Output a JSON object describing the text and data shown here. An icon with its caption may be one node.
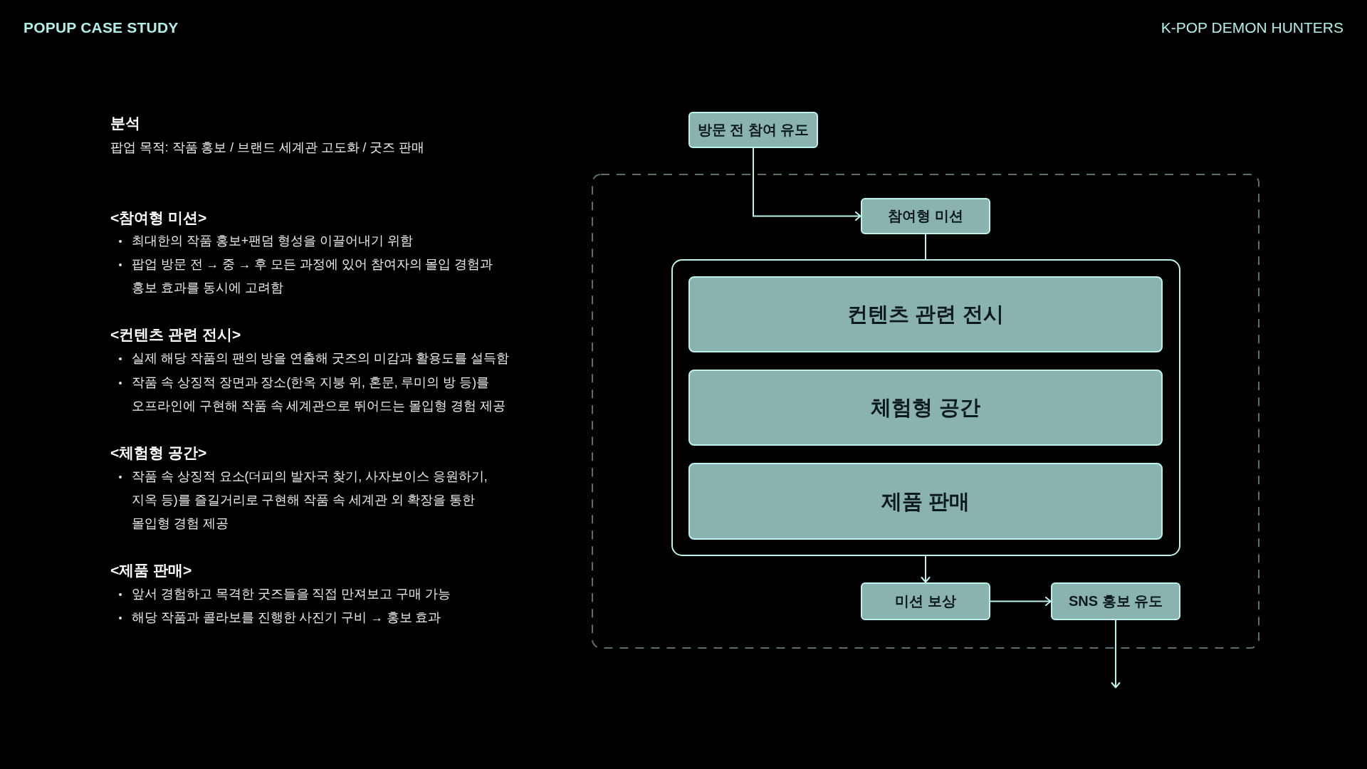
{
  "diagram": {
    "title": "POPUP CASE STUDY",
    "nodes": [
      {
        "text": [
          "방문 전 참여 유도"
        ]
      },
      {
        "text": [],
        "shape": "box"
      },
      {
        "text": [
          "참여형 미션"
        ],
        "in": 1
      },
      {
        "text": [],
        "shape": "box",
        "in": 1
      },
      {
        "text": [
          "컨텐츠 관련 전시"
        ],
        "in": 3
      },
      {
        "text": [
          "체험형 공간"
        ],
        "in": 3
      },
      {
        "text": [
          "제품 판매"
        ],
        "in": 3
      },
      {
        "text": [
          "미션 보상"
        ],
        "in": 1
      },
      {
        "text": [
          "SNS 홍보 유도"
        ],
        "in": 1
      }
    ],
    "edges": [
      {
        "from": 0,
        "to": 2,
        "arrow": "to"
      },
      {
        "from": 2,
        "to": 3,
        "arrow": "none"
      },
      {
        "from": 3,
        "to": 7,
        "arrow": "to"
      },
      {
        "from": 7,
        "to": 8,
        "arrow": "to"
      },
      {
        "from": 8,
        "to": null,
        "arrow": "to"
      }
    ],
    "labels": [
      "K-POP DEMON HUNTERS",
      "분석",
      "팝업 목적: 작품 홍보 / 브랜드 세계관 고도화 / 굿즈 판매",
      "<참여형 미션>",
      "최대한의 작품 홍보+팬덤 형성을 이끌어내기 위함",
      "팝업 방문 전 → 중 → 후 모든 과정에 있어 참여자의 몰입 경험과 홍보 효과를 동시에 고려함",
      "<컨텐츠 관련 전시>",
      "실제 해당 작품의 팬의 방을 연출해 굿즈의 미감과 활용도를 설득함",
      "작품 속 상징적 장면과 장소(한옥 지붕 위, 혼문, 루미의 방 등)를 오프라인에 구현해 작품 속 세계관으로 뛰어드는 몰입형 경험 제공",
      "<체험형 공간>",
      "작품 속 상징적 요소(더피의 발자국 찾기, 사자보이스 응원하기, 지옥 등)를 즐길거리로 구현해 작품 속 세계관 외 확장을 통한 몰입형 경험 제공",
      "<제품 판매>",
      "앞서 경험하고 목격한 굿즈들을 직접 만져보고 구매 가능",
      "해당 작품과 콜라보를 진행한 사진기 구비 → 홍보 효과"
    ]
  }
}
